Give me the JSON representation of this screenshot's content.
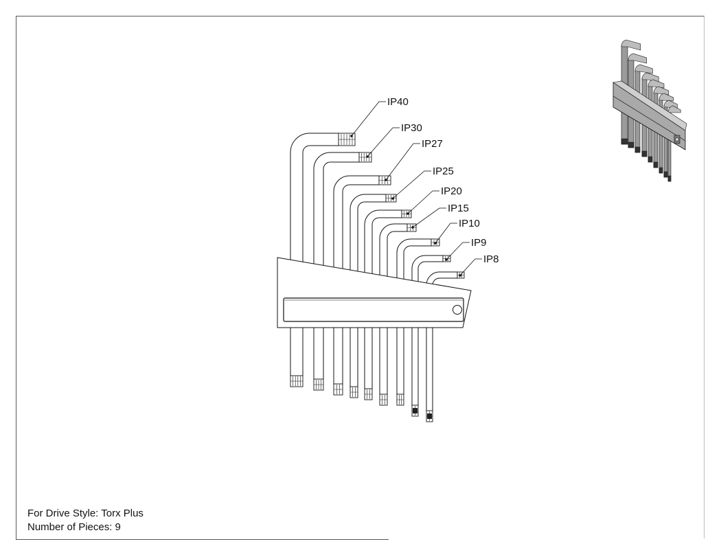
{
  "sizes": [
    "IP40",
    "IP30",
    "IP27",
    "IP25",
    "IP20",
    "IP15",
    "IP10",
    "IP9",
    "IP8"
  ],
  "notes": {
    "drive_style": "For Drive Style: Torx Plus",
    "pieces": "Number of Pieces: 9"
  },
  "icons": {
    "thumbnail": "key-set-isometric-icon"
  },
  "colors": {
    "line": "#111111",
    "border": "#555555",
    "thumb_fill": "#9a9a9a"
  }
}
